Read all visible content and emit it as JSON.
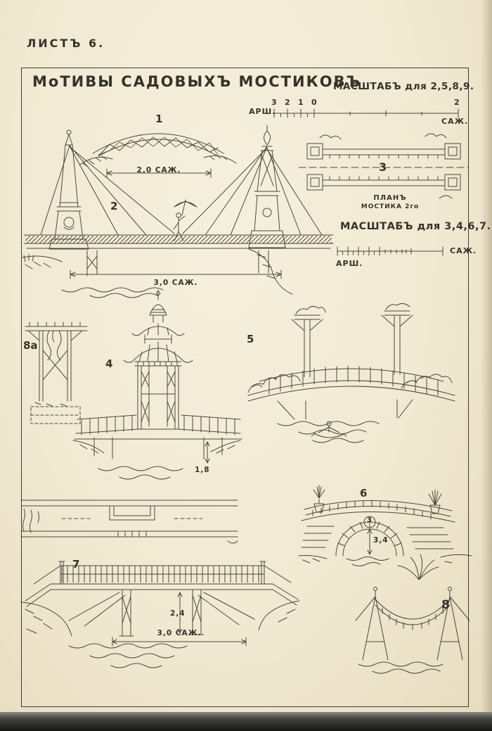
{
  "colors": {
    "paper": "#f2ebd6",
    "ink": "#35322a"
  },
  "page": {
    "sheet_label": "ЛИСТЪ 6.",
    "title": "МоТИВЫ САДОВЫХЪ МОСТИКОВЪ"
  },
  "scales": {
    "scale1": {
      "caption": "МАСШТАБЪ для 2,5,8,9.",
      "left_unit": "АРШ.",
      "right_unit": "САЖ.",
      "ticks_left": [
        "3",
        "2",
        "1",
        "0"
      ],
      "tick_right": "2"
    },
    "scale2": {
      "caption": "МАСШТАБЪ для 3,4,6,7.",
      "left_unit": "АРШ.",
      "right_unit": "САЖ."
    }
  },
  "figures": {
    "fig1": {
      "number": "1",
      "span_dimension": "2,0 САЖ."
    },
    "fig2": {
      "number": "2",
      "span_dimension": "3,0 САЖ."
    },
    "fig3": {
      "number": "3",
      "caption_line1": "ПЛАНЪ",
      "caption_line2": "МОСТИКА 2го"
    },
    "fig4": {
      "number": "4",
      "height_dimension": "1,8"
    },
    "fig5": {
      "number": "5"
    },
    "fig6": {
      "number": "6",
      "keystone_number": "3",
      "width_dimension": "3,4"
    },
    "fig7": {
      "number": "7",
      "height_dimension": "2,4",
      "span_dimension": "3,0 САЖ."
    },
    "fig8": {
      "number": "8"
    },
    "fig8a": {
      "number": "8а"
    }
  }
}
